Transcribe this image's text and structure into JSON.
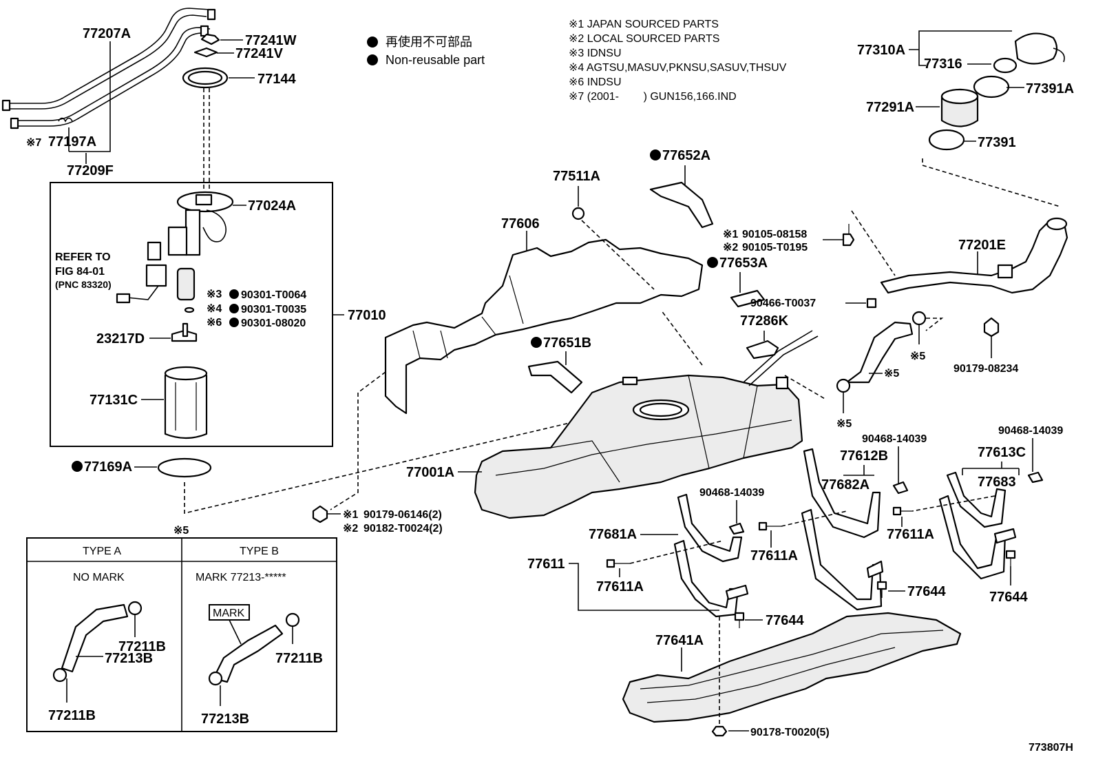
{
  "legend": {
    "bullet_jp": "再使用不可部品",
    "bullet_en": "Non-reusable part",
    "notes": [
      "※1 JAPAN SOURCED PARTS",
      "※2 LOCAL SOURCED PARTS",
      "※3 IDNSU",
      "※4 AGTSU,MASUV,PKNSU,SASUV,THSUV",
      "※6 INDSU",
      "※7 (2001-        ) GUN156,166.IND"
    ]
  },
  "labels": {
    "p77207A": "77207A",
    "p77241W": "77241W",
    "p77241V": "77241V",
    "p77144": "77144",
    "p77197A": "77197A",
    "p77197A_note": "※7",
    "p77209F": "77209F",
    "p77024A": "77024A",
    "refer1": "REFER TO",
    "refer2": "FIG 84-01",
    "refer3": "(PNC 83320)",
    "p90301_T0064": "90301-T0064",
    "p90301_T0064_note": "※3",
    "p90301_T0035": "90301-T0035",
    "p90301_T0035_note": "※4",
    "p90301_08020": "90301-08020",
    "p90301_08020_note": "※6",
    "p77010": "77010",
    "p23217D": "23217D",
    "p77131C": "77131C",
    "p77169A": "77169A",
    "p77606": "77606",
    "p77511A": "77511A",
    "p77652A": "77652A",
    "p90105_08158": "90105-08158",
    "p90105_08158_note": "※1",
    "p90105_T0195": "90105-T0195",
    "p90105_T0195_note": "※2",
    "p77653A": "77653A",
    "p90466_T0037": "90466-T0037",
    "p77286K": "77286K",
    "p77651B": "77651B",
    "p77001A": "77001A",
    "p90179_06146": "90179-06146(2)",
    "p90179_06146_note": "※1",
    "p90182_T0024": "90182-T0024(2)",
    "p90182_T0024_note": "※2",
    "p77310A": "77310A",
    "p77316": "77316",
    "p77391A": "77391A",
    "p77291A": "77291A",
    "p77391": "77391",
    "p77201E": "77201E",
    "p90179_08234": "90179-08234",
    "mark5a": "※5",
    "mark5b": "※5",
    "mark5c": "※5",
    "p90468_14039a": "90468-14039",
    "p90468_14039b": "90468-14039",
    "p90468_14039c": "90468-14039",
    "p77612B": "77612B",
    "p77682A": "77682A",
    "p77613C": "77613C",
    "p77683": "77683",
    "p77611A_a": "77611A",
    "p77611A_b": "77611A",
    "p77611A_c": "77611A",
    "p77681A": "77681A",
    "p77611": "77611",
    "p77644a": "77644",
    "p77644b": "77644",
    "p77644c": "77644",
    "p77641A": "77641A",
    "p90178_T0020": "90178-T0020(5)",
    "fig_code": "773807H"
  },
  "types_table": {
    "note": "※5",
    "type_a": {
      "header": "TYPE A",
      "subheader": "NO MARK",
      "clamp_upper": "77211B",
      "hose": "77213B",
      "clamp_lower": "77211B"
    },
    "type_b": {
      "header": "TYPE B",
      "subheader": "MARK 77213-*****",
      "mark_box": "MARK",
      "clamp": "77211B",
      "hose": "77213B"
    }
  }
}
